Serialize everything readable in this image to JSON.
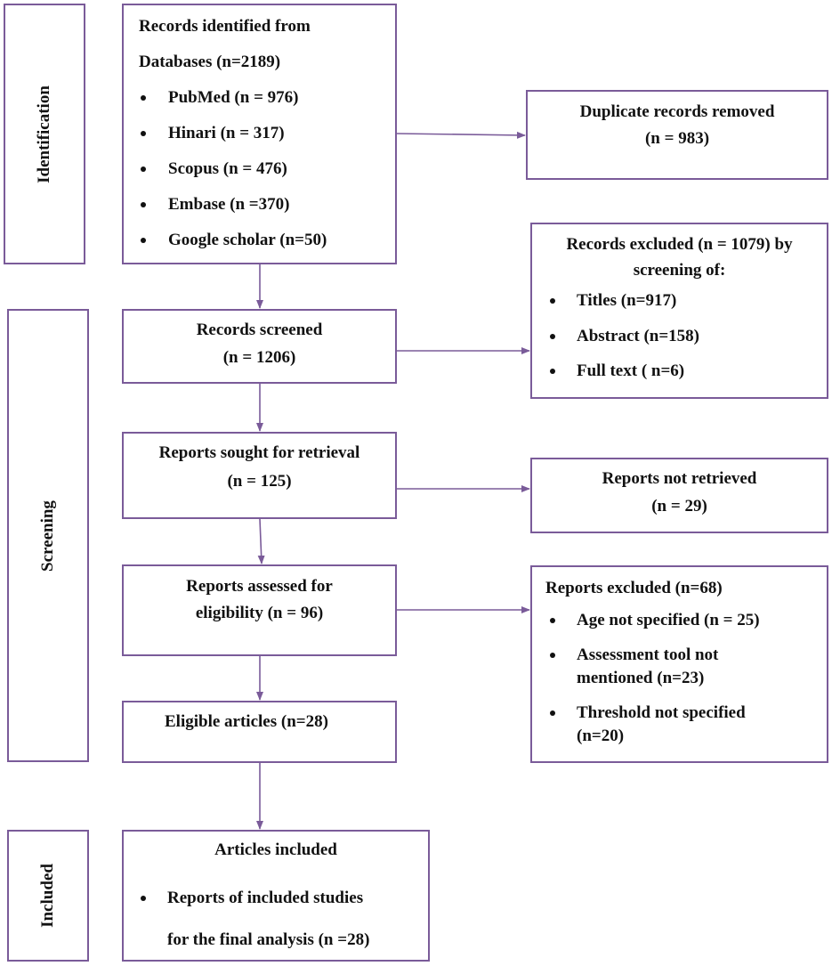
{
  "stages": {
    "identification": "Identification",
    "screening": "Screening",
    "included": "Included"
  },
  "identified": {
    "title_line1": "Records identified from",
    "title_line2": "Databases (n=2189)",
    "items": [
      "PubMed (n = 976)",
      "Hinari (n = 317)",
      "Scopus (n = 476)",
      "Embase (n =370)",
      "Google scholar (n=50)"
    ]
  },
  "duplicates": {
    "line1": "Duplicate records removed",
    "line2": "(n = 983)"
  },
  "screened": {
    "line1": "Records screened",
    "line2": "(n = 1206)"
  },
  "excluded_screening": {
    "line1": "Records excluded (n = 1079) by",
    "line2": "screening of:",
    "items": [
      "Titles (n=917)",
      "Abstract (n=158)",
      "Full text ( n=6)"
    ]
  },
  "sought": {
    "line1": "Reports sought for retrieval",
    "line2": "(n = 125)"
  },
  "not_retrieved": {
    "line1": "Reports not retrieved",
    "line2": "(n = 29)"
  },
  "assessed": {
    "line1": "Reports assessed for",
    "line2": "eligibility (n = 96)"
  },
  "reports_excluded": {
    "title": "Reports excluded (n=68)",
    "item1": "Age not specified (n = 25)",
    "item2_line1": "Assessment tool not",
    "item2_line2": "mentioned  (n=23)",
    "item3_line1": "Threshold not specified",
    "item3_line2": "(n=20)"
  },
  "eligible": {
    "label": "Eligible articles (n=28)"
  },
  "included": {
    "title": "Articles included",
    "item_line1": "Reports of included studies",
    "item_line2": "for the final analysis (n =28)"
  },
  "colors": {
    "border": "#7a5b99",
    "text": "#111111"
  }
}
